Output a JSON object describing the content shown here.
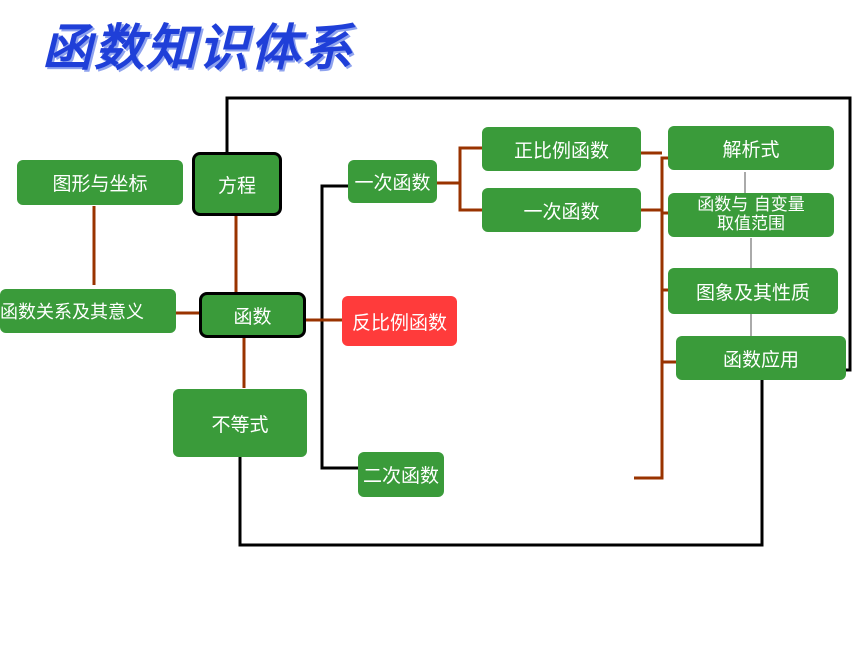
{
  "title": "函数知识体系",
  "nodes": {
    "tuxing": "图形与坐标",
    "fangcheng": "方程",
    "guanxi": "函数关系及其意义",
    "hanshu": "函数",
    "budengshi": "不等式",
    "yici": "一次函数",
    "fanbili": "反比例函数",
    "erci": "二次函数",
    "zhengbili": "正比例函数",
    "yici2": "一次函数",
    "jiexishi": "解析式",
    "zibianliang_1": "函数与 自变量",
    "zibianliang_2": "取值范围",
    "tuxiang": "图象及其性质",
    "yingyong": "函数应用"
  },
  "colors": {
    "title": "#1f3fd8",
    "node_green": "#3a9b3a",
    "node_red": "#ff3b3b",
    "line_brown": "#993300",
    "line_black": "#000000"
  }
}
